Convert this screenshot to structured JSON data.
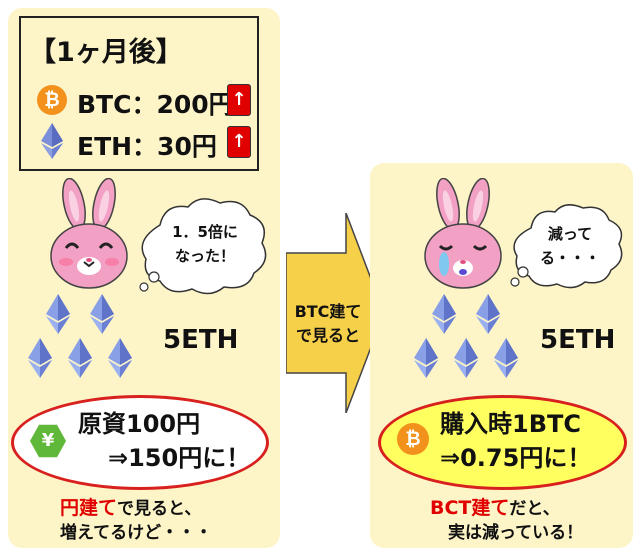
{
  "left": {
    "price_box": {
      "title": "【1ヶ月後】",
      "btc_line": "BTC：200円",
      "eth_line": "ETH：30円",
      "btc_coin": "₿",
      "up_arrow": "↑"
    },
    "bubble": {
      "line1": "1．5倍に",
      "line2": "なった！"
    },
    "eth_count": "5ETH",
    "ellipse": {
      "line1": "原資100円",
      "line2": "⇒150円に！",
      "icon": "¥"
    },
    "caption": {
      "red": "円建て",
      "rest1": "で見ると、",
      "line2": "増えてるけど・・・"
    }
  },
  "arrow": {
    "line1": "BTC建て",
    "line2": "で見ると"
  },
  "right": {
    "bubble": {
      "line1": "減って",
      "line2": "る・・・"
    },
    "eth_count": "5ETH",
    "ellipse": {
      "line1": "購入時1BTC",
      "line2": "⇒0.75円に！",
      "icon": "₿"
    },
    "caption": {
      "red": "BCT建て",
      "rest1": "だと、",
      "line2": "実は減っている！"
    }
  },
  "colors": {
    "panel_bg": "#fdf5c8",
    "accent_red": "#e00000",
    "ellipse_border": "#d8201e",
    "arrow_fill": "#f7d04a",
    "bunny_pink": "#f2a0c4",
    "eth_blue": "#6a7fd0",
    "btc_orange": "#f2911b",
    "yen_green": "#5fb83a",
    "right_ellipse_fill": "#ffff60"
  },
  "icons": [
    "bitcoin-icon",
    "ethereum-icon",
    "up-arrow-icon",
    "yen-icon",
    "bunny-happy-icon",
    "bunny-crying-icon",
    "speech-bubble-icon",
    "right-arrow-icon"
  ]
}
